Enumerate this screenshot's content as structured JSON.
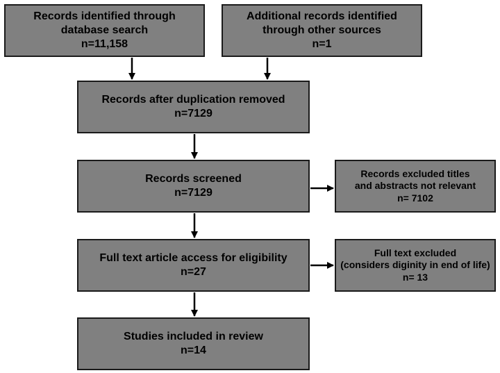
{
  "flowchart": {
    "identified_db": {
      "line1": "Records identified through",
      "line2": "database search",
      "count": "n=11,158"
    },
    "identified_other": {
      "line1": "Additional records identified",
      "line2": "through other sources",
      "count": "n=1"
    },
    "after_duplicates": {
      "line1": "Records after duplication removed",
      "count": "n=7129"
    },
    "screened": {
      "line1": "Records screened",
      "count": "n=7129"
    },
    "excluded_titles": {
      "line1": "Records excluded titles",
      "line2": "and abstracts not relevant",
      "count": "n= 7102"
    },
    "full_text": {
      "line1": "Full text article access for eligibility",
      "count": "n=27"
    },
    "full_text_excluded": {
      "line1": "Full text excluded",
      "line2": "(considers diginity in end of life)",
      "count": "n= 13"
    },
    "included": {
      "line1": "Studies included in review",
      "count": "n=14"
    }
  },
  "colors": {
    "box_fill": "#808080",
    "box_border": "#1a1a1a",
    "arrow": "#000000"
  }
}
